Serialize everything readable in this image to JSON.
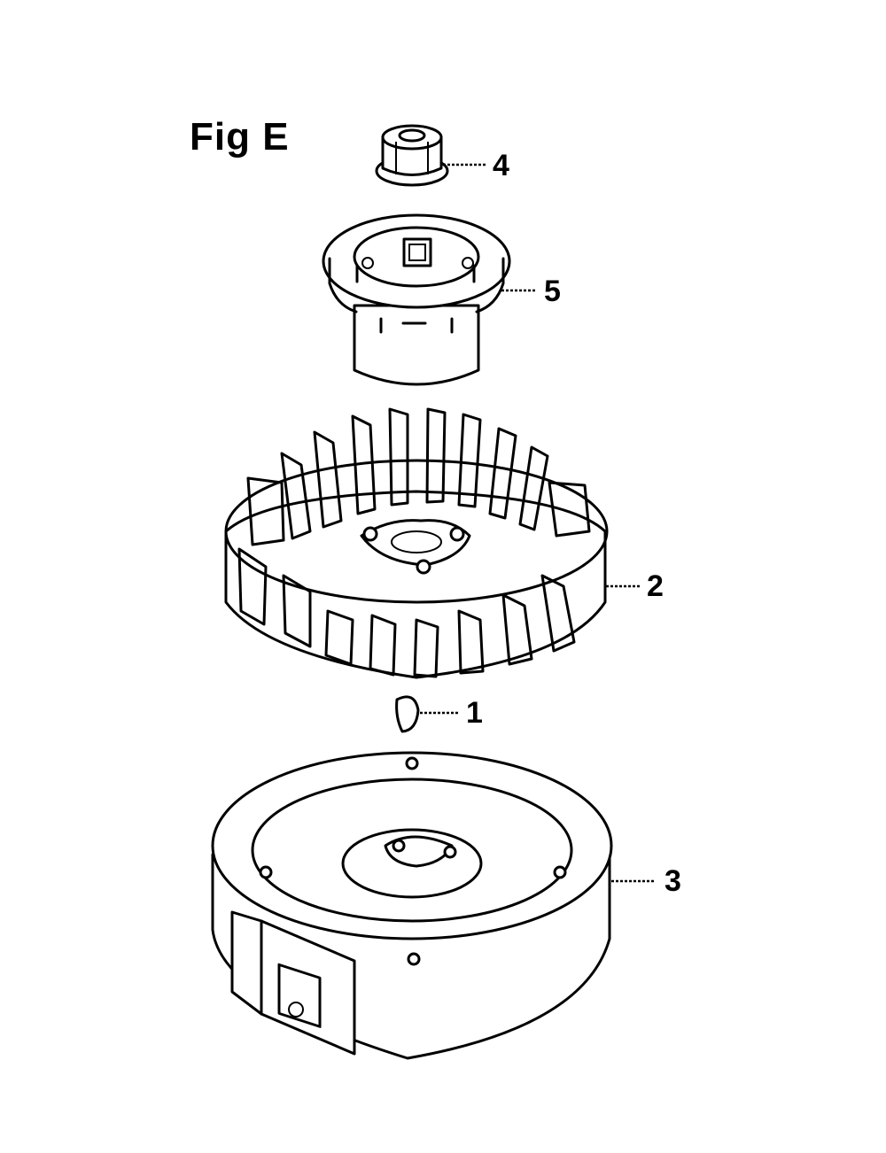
{
  "figure": {
    "title": "Fig E"
  },
  "callouts": [
    {
      "id": "4",
      "label": "4",
      "part": "nut"
    },
    {
      "id": "5",
      "label": "5",
      "part": "starter-cup"
    },
    {
      "id": "2",
      "label": "2",
      "part": "flywheel"
    },
    {
      "id": "1",
      "label": "1",
      "part": "key"
    },
    {
      "id": "3",
      "label": "3",
      "part": "ignition-housing"
    }
  ]
}
